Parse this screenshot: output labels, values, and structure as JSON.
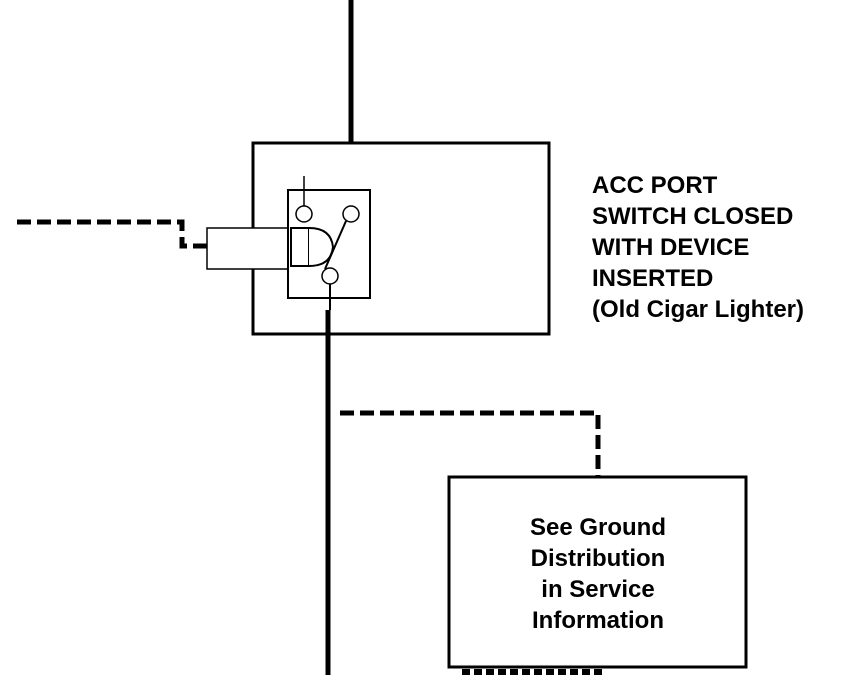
{
  "diagram": {
    "acc_port_label": {
      "lines": [
        "ACC PORT",
        "SWITCH CLOSED",
        "WITH DEVICE",
        "INSERTED",
        "(Old Cigar Lighter)"
      ]
    },
    "ground_box_label": {
      "lines": [
        "See Ground",
        "Distribution",
        "in Service",
        "Information"
      ]
    },
    "colors": {
      "wire": "#000000",
      "background": "#ffffff"
    },
    "components": [
      "power-wire-top",
      "acc-port-housing",
      "switch-body",
      "plug-device",
      "switch-contact-top-left",
      "switch-contact-top-right",
      "switch-contact-bottom",
      "switch-arm",
      "ground-wire",
      "dashed-signal-left",
      "dashed-signal-right",
      "ground-distribution-box"
    ]
  }
}
